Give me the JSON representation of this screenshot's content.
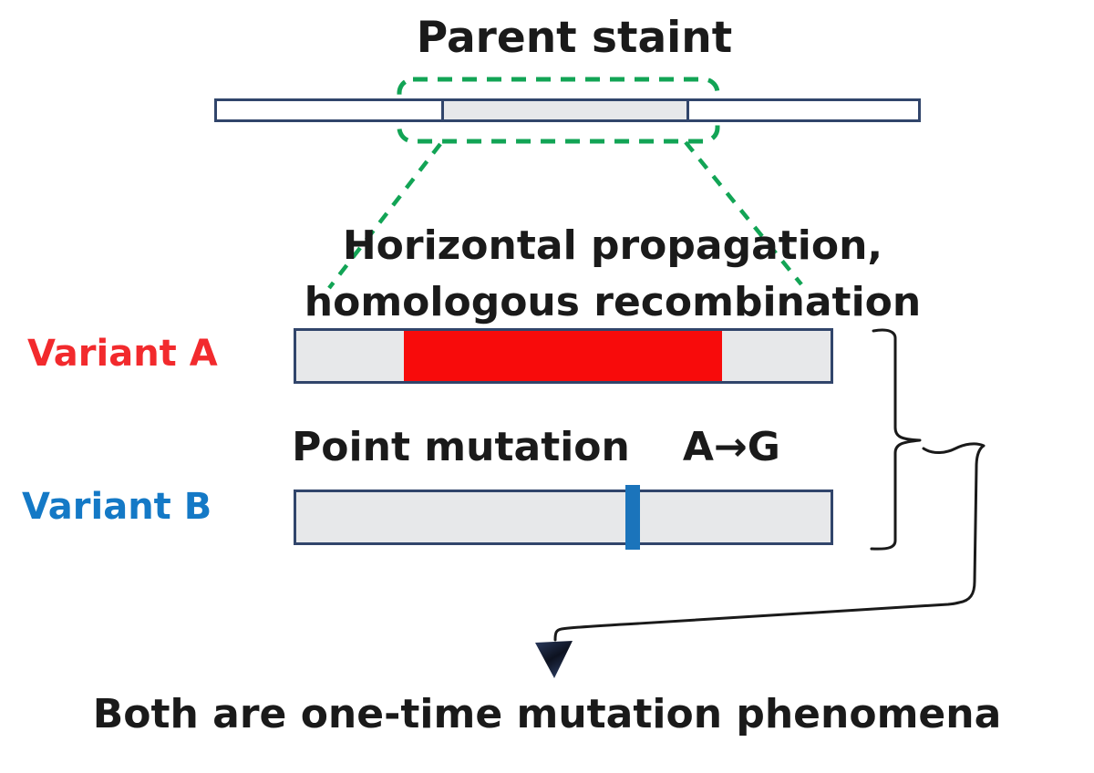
{
  "title": "Parent staint",
  "propagation": {
    "line1": "Horizontal propagation,",
    "line2": "homologous recombination"
  },
  "variant_a": {
    "label": "Variant A"
  },
  "point_mutation": {
    "label": "Point mutation",
    "change": "A→G"
  },
  "variant_b": {
    "label": "Variant B"
  },
  "caption": "Both are one-time mutation phenomena",
  "icons": {
    "arrowhead": "filled-down-triangle",
    "bracket": "hand-drawn-right-square-bracket"
  },
  "colors": {
    "ink": "#1a1a1a",
    "navy": "#31456b",
    "gray_fill": "#e7e8ea",
    "red_fill": "#f80b0b",
    "red_label": "#f22a2d",
    "blue_label": "#1479c6",
    "blue_stripe": "#1b74bb",
    "green": "#12a455",
    "arrow_dark": "#0d1220",
    "arrow_light": "#2a3a5e"
  }
}
